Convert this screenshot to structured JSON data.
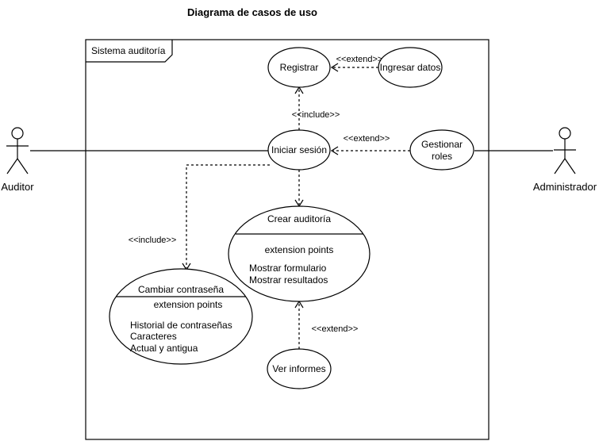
{
  "title": "Diagrama de casos de uso",
  "system": {
    "name": "Sistema auditoría"
  },
  "actors": {
    "auditor": "Auditor",
    "admin": "Administrador"
  },
  "use_cases": {
    "registrar": "Registrar",
    "ingresar_datos": "Ingresar datos",
    "iniciar_sesion": "Iniciar sesión",
    "gestionar_roles": [
      "Gestionar",
      "roles"
    ],
    "crear_auditoria": {
      "name": "Crear auditoría",
      "ext_header": "extension points",
      "points": [
        "Mostrar formulario",
        "Mostrar resultados"
      ]
    },
    "cambiar_contrasena": {
      "name": "Cambiar contraseña",
      "ext_header": "extension points",
      "points": [
        "Historial de contraseñas",
        "Caracteres",
        "Actual y antigua"
      ]
    },
    "ver_informes": "Ver informes"
  },
  "relations": {
    "extend_ingresar": "<<extend>>",
    "include_registrar": "<<include>>",
    "extend_gestionar": "<<extend>>",
    "include_cambiar": "<<include>>",
    "extend_informes": "<<extend>>"
  }
}
